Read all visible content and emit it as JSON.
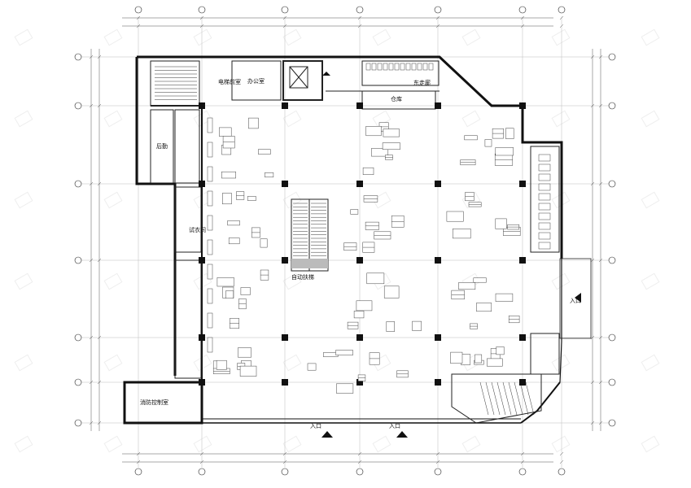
{
  "room_labels": {
    "office": "办公室",
    "east_hall": "东走廊",
    "logistics": "后勤",
    "warehouse": "仓库",
    "fitting": "试衣间",
    "escalator": "自动扶梯",
    "elevator_hall": "电梯前室",
    "fire_room": "消防控制室",
    "entrance_1": "入口",
    "entrance_2": "入口",
    "entrance_east": "入口"
  }
}
